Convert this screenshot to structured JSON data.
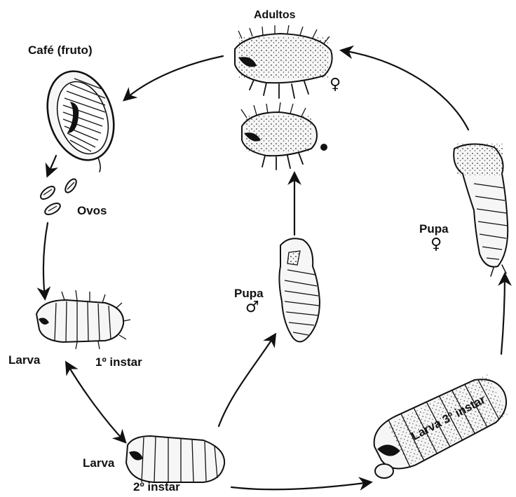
{
  "labels": {
    "adultos": "Adultos",
    "cafe_fruto": "Café (fruto)",
    "ovos": "Ovos",
    "larva1": "Larva",
    "larva1_instar": "1º instar",
    "larva2": "Larva",
    "larva2_instar": "2º instar",
    "larva3": "Larva 3º instar",
    "pupa_male": "Pupa",
    "pupa_female": "Pupa",
    "female_symbol": "♀",
    "male_symbol": "♂"
  },
  "colors": {
    "ink": "#111111",
    "background": "#ffffff"
  }
}
